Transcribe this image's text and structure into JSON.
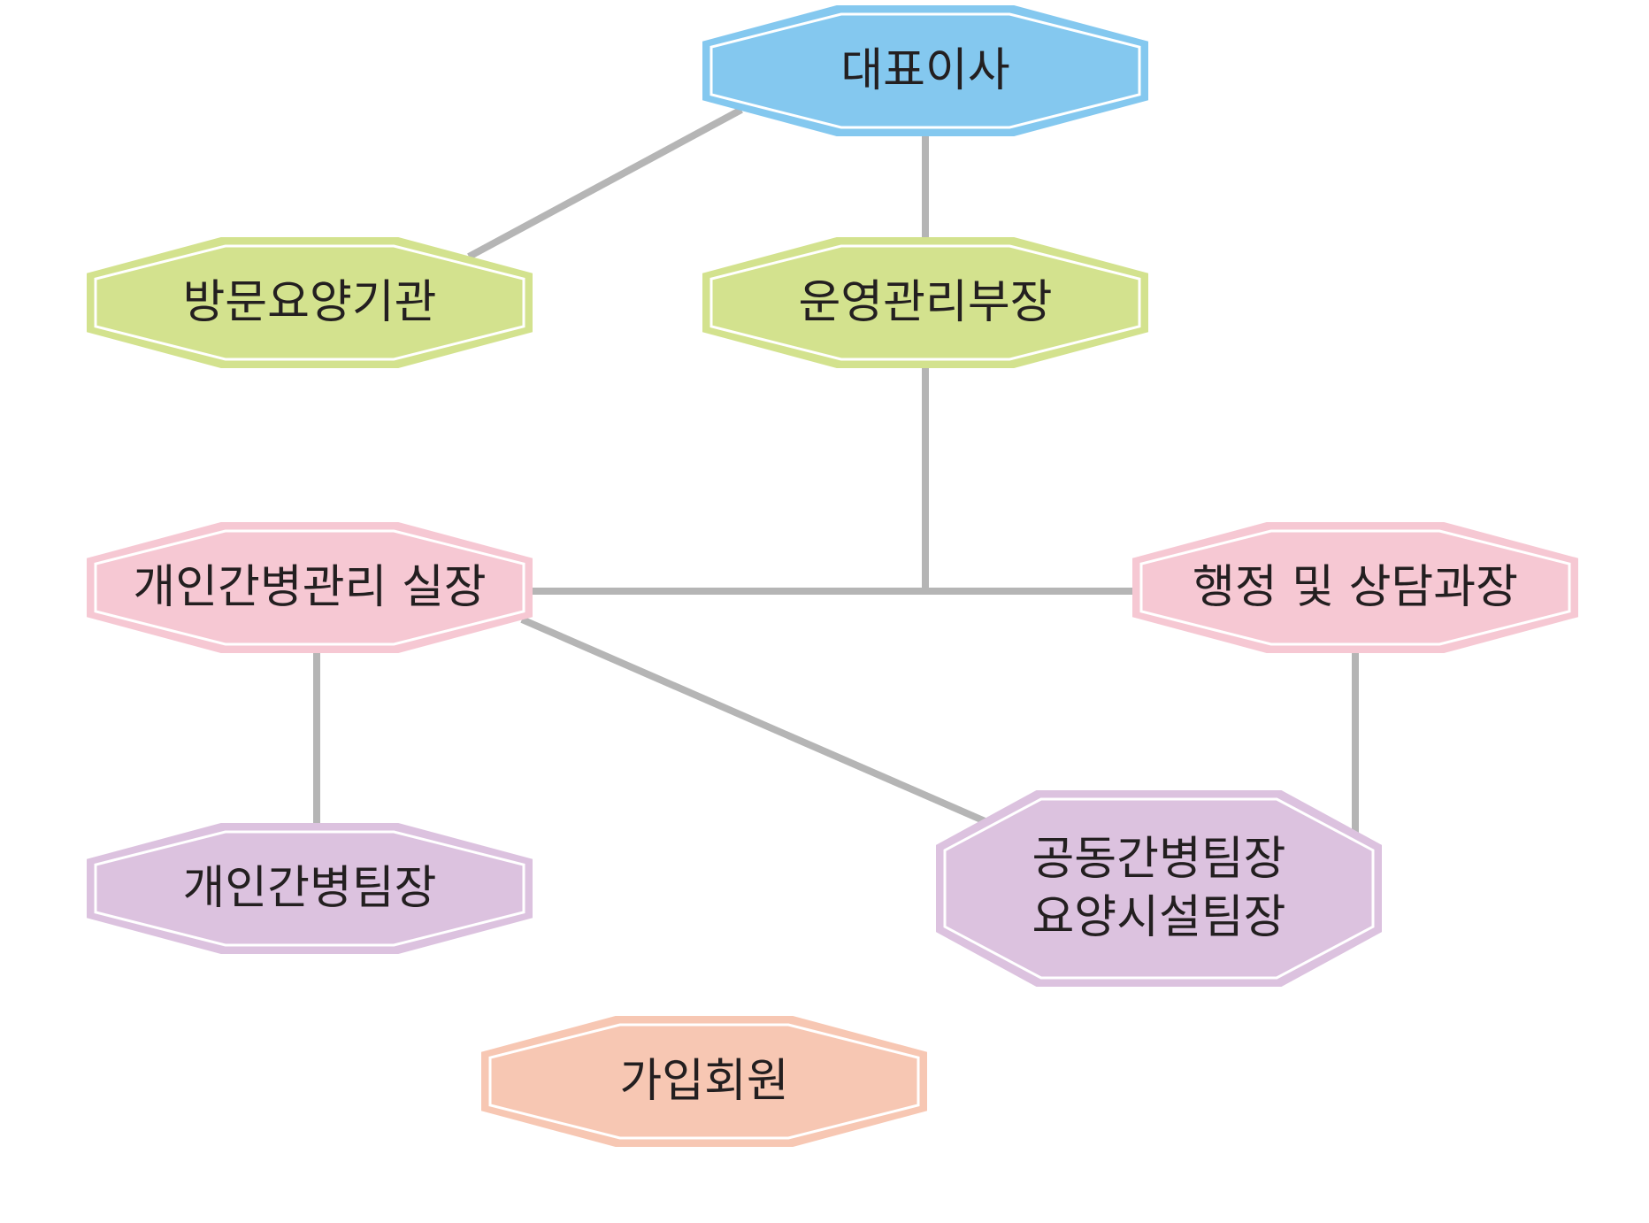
{
  "colors": {
    "connector": "#b5b5b5",
    "inner_line": "#ffffff",
    "text": "#231f20"
  },
  "nodes": {
    "ceo": {
      "lines": [
        "대표이사"
      ],
      "fill": "#84c8ef",
      "stroke": "#84c8ef"
    },
    "home_care_agency": {
      "lines": [
        "방문요양기관"
      ],
      "fill": "#d3e28e",
      "stroke": "#d3e28e"
    },
    "operations_manager": {
      "lines": [
        "운영관리부장"
      ],
      "fill": "#d3e28e",
      "stroke": "#d3e28e"
    },
    "private_care_director": {
      "lines": [
        "개인간병관리 실장"
      ],
      "fill": "#f6c8d3",
      "stroke": "#f6c8d3"
    },
    "admin_counsel_manager": {
      "lines": [
        "행정 및 상담과장"
      ],
      "fill": "#f6c8d3",
      "stroke": "#f6c8d3"
    },
    "private_care_team_lead": {
      "lines": [
        "개인간병팀장"
      ],
      "fill": "#dcc2df",
      "stroke": "#dcc2df"
    },
    "shared_care_team_lead": {
      "lines": [
        "공동간병팀장",
        "요양시설팀장"
      ],
      "fill": "#dcc2df",
      "stroke": "#dcc2df"
    },
    "member": {
      "lines": [
        "가입회원"
      ],
      "fill": "#f7c7b3",
      "stroke": "#f7c7b3"
    }
  }
}
